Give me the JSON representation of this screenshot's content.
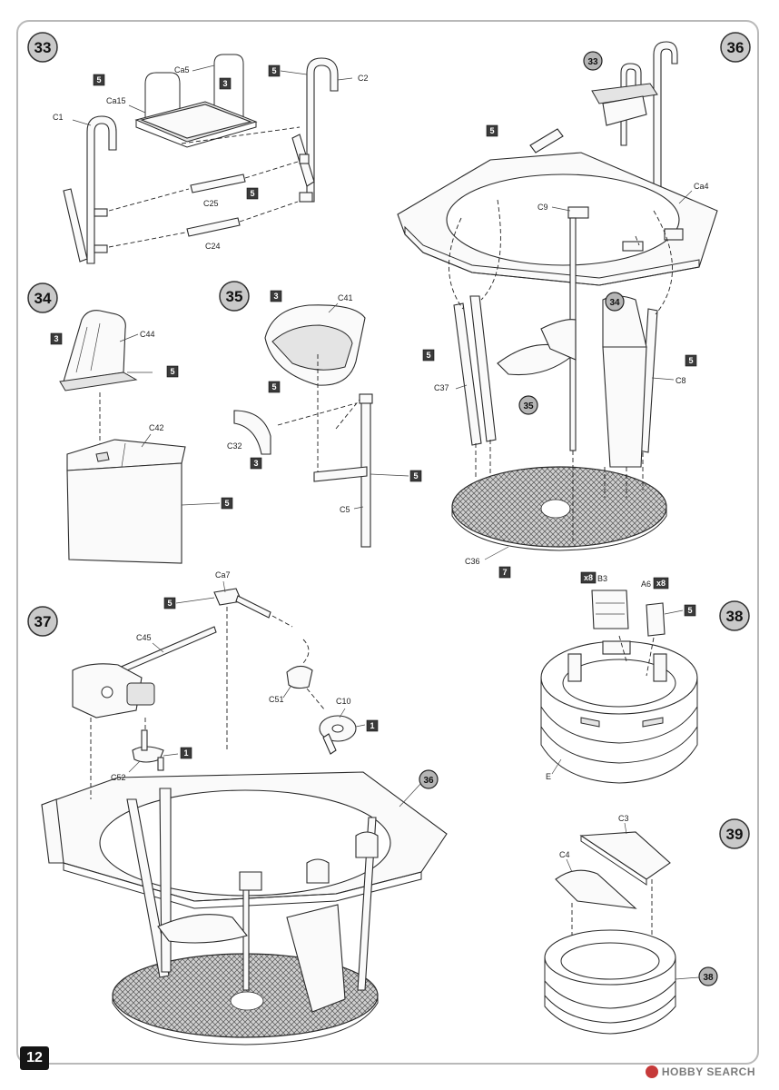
{
  "page": {
    "number": "12"
  },
  "watermark": {
    "text": "HOBBY SEARCH"
  },
  "steps": [
    "33",
    "34",
    "35",
    "36",
    "37",
    "38",
    "39"
  ],
  "mini_refs": {
    "s33_ref": "33",
    "s34_ref": "34",
    "s35_ref": "35",
    "s36_ref1": "36",
    "s38_ref": "38"
  },
  "color_codes": {
    "c5": "5",
    "c3": "3",
    "c7": "7",
    "c1": "1"
  },
  "qty": {
    "x8": "x8"
  },
  "labels": {
    "C1": "C1",
    "C2": "C2",
    "Ca5": "Ca5",
    "Ca15": "Ca15",
    "C25": "C25",
    "C24": "C24",
    "C44": "C44",
    "C42": "C42",
    "C41": "C41",
    "C32": "C32",
    "C5": "C5",
    "C9": "C9",
    "Ca4": "Ca4",
    "C37": "C37",
    "C8": "C8",
    "C36": "C36",
    "Ca7": "Ca7",
    "C45": "C45",
    "C51": "C51",
    "C10": "C10",
    "C52": "C52",
    "B3": "B3",
    "A6": "A6",
    "E": "E",
    "C3": "C3",
    "C4": "C4"
  },
  "colors": {
    "step_fill": "#c9c9c9",
    "code_fill": "#3a3a3a",
    "frame": "#b9b9b9",
    "logo": "#c63a3a"
  }
}
